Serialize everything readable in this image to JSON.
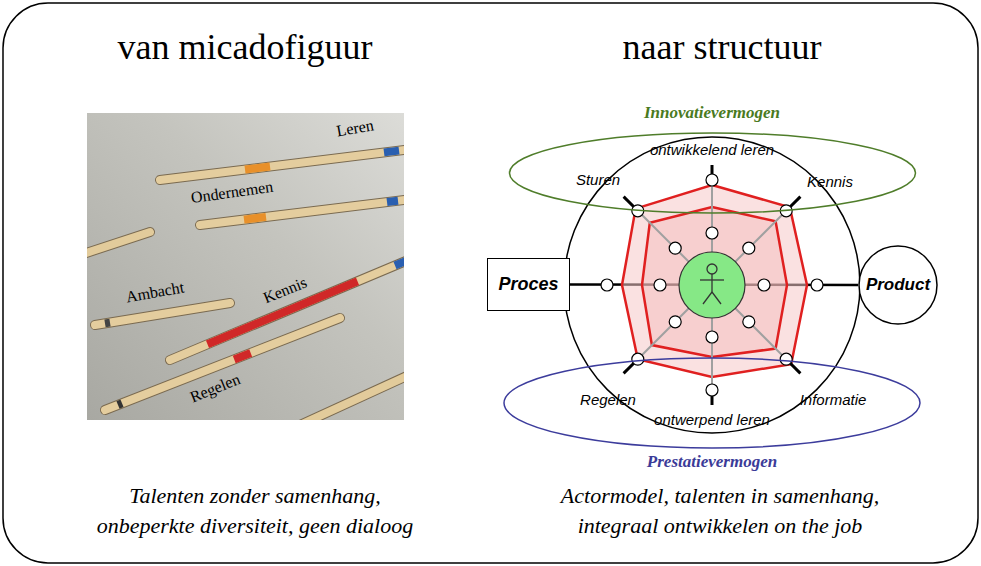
{
  "diagram": {
    "nodes": [
      {
        "text": [
          "Innovatievermogen",
          "ontwikkelend leren",
          "Sturen",
          "Kennis"
        ]
      },
      {
        "text": [
          "Proces"
        ]
      },
      {
        "text": [
          "Product"
        ]
      },
      {
        "text": [
          "Regelen",
          "Informatie",
          "ontwerpend leren",
          "Prestatievermogen"
        ]
      }
    ],
    "edges": [
      {
        "from": 1,
        "to": 2,
        "arrow": "none"
      }
    ],
    "labels": [
      "van micadofiguur",
      "naar structuur",
      "Leren",
      "Ondernemen",
      "Ambacht",
      "Kennis",
      "Regelen",
      "Talenten zonder samenhang, onbeperkte diversiteit, geen dialoog",
      "Actormodel, talenten in samenhang, integraal ontwikkelen on the job"
    ]
  }
}
